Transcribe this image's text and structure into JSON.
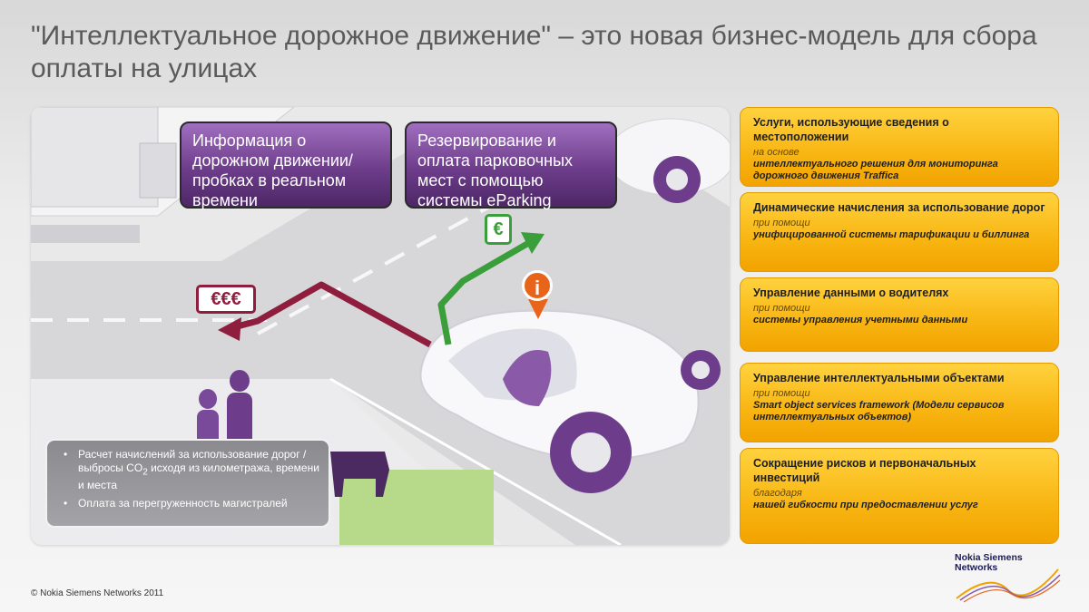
{
  "title": "\"Интеллектуальное дорожное движение\" – это новая бизнес-модель для сбора оплаты на улицах",
  "bubbles": [
    "Информация о дорожном движении/пробках в реальном времени",
    "Резервирование и оплата парковочных мест с помощью системы eParking"
  ],
  "tags": {
    "euro_triple": "€€€",
    "euro_single": "€",
    "info_pin": "i"
  },
  "info_box": {
    "item1_pre": "Расчет начислений за использование дорог / выбросы CO",
    "item1_sub": "2",
    "item1_post": " исходя из километража, времени и места",
    "item2": "Оплата за перегруженность магистралей"
  },
  "panels": [
    {
      "head": "Услуги, использующие сведения о местоположении",
      "sub": "на основе",
      "detail": "интеллектуального решения для мониторинга дорожного движения Traffica"
    },
    {
      "head": "Динамические начисления за использование дорог",
      "sub": "при помощи",
      "detail": "унифицированной системы тарификации и биллинга"
    },
    {
      "head": "Управление данными о водителях",
      "sub": "при помощи",
      "detail": "системы управления учетными данными"
    },
    {
      "head": "Управление интеллектуальными объектами",
      "sub": "при помощи",
      "detail": "Smart object services framework (Модели сервисов интеллектуальных объектов)"
    },
    {
      "head": "Сокращение рисков и первоначальных инвестиций",
      "sub": "благодаря",
      "detail": "нашей гибкости при предоставлении услуг"
    }
  ],
  "footer": "© Nokia Siemens Networks 2011",
  "logo": {
    "line1": "Nokia Siemens",
    "line2": "Networks"
  },
  "colors": {
    "purple": "#6d3d8b",
    "orange": "#f8b512",
    "red_arrow": "#8f1d3d",
    "green_arrow": "#3a9e3a"
  }
}
